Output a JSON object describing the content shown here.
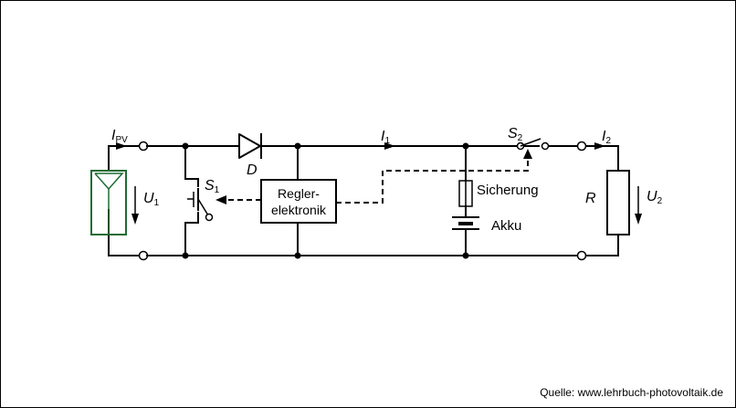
{
  "labels": {
    "ipv_main": "I",
    "ipv_sub": "PV",
    "u1_main": "U",
    "u1_sub": "1",
    "s1_main": "S",
    "s1_sub": "1",
    "diode": "D",
    "i1_main": "I",
    "i1_sub": "1",
    "s2_main": "S",
    "s2_sub": "2",
    "i2_main": "I",
    "i2_sub": "2",
    "resistor": "R",
    "u2_main": "U",
    "u2_sub": "2",
    "controller_line1": "Regler-",
    "controller_line2": "elektronik",
    "fuse": "Sicherung",
    "battery": "Akku"
  },
  "source": "Quelle: www.lehrbuch-photovoltaik.de",
  "colors": {
    "pv_module": "#1f6b34",
    "wire": "#000000",
    "controller_fill": "#ffffff"
  }
}
